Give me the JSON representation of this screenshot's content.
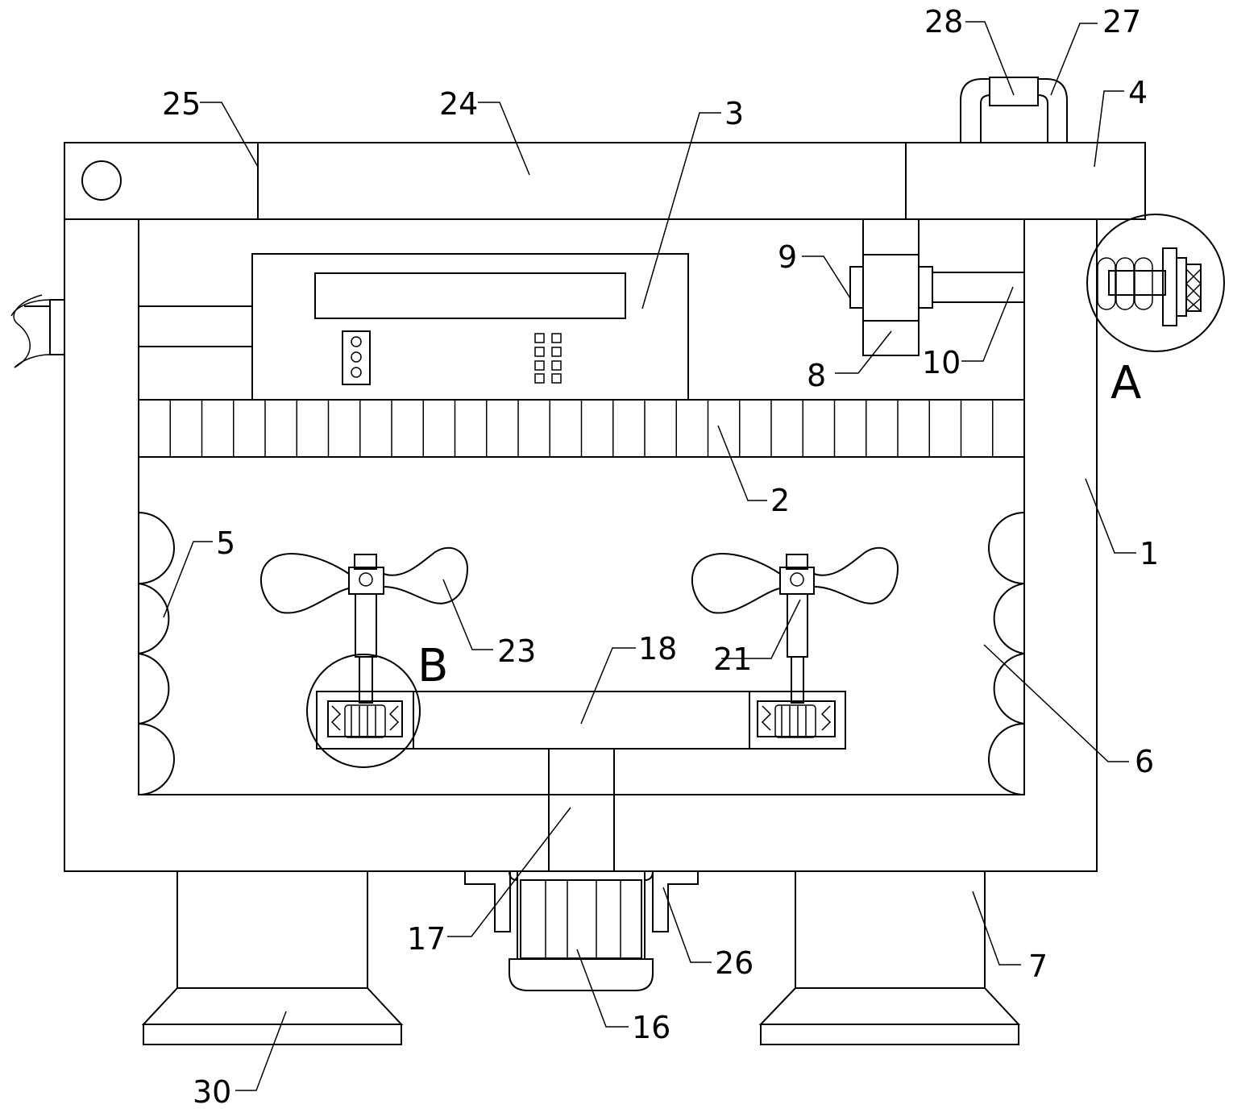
{
  "labels": {
    "l1": "1",
    "l2": "2",
    "l3": "3",
    "l4": "4",
    "l5": "5",
    "l6": "6",
    "l7": "7",
    "l8": "8",
    "l9": "9",
    "l10": "10",
    "l16": "16",
    "l17": "17",
    "l18": "18",
    "l21": "21",
    "l23": "23",
    "l24": "24",
    "l25": "25",
    "l26": "26",
    "l27": "27",
    "l28": "28",
    "l30": "30"
  },
  "details": {
    "a": "A",
    "b": "B"
  }
}
